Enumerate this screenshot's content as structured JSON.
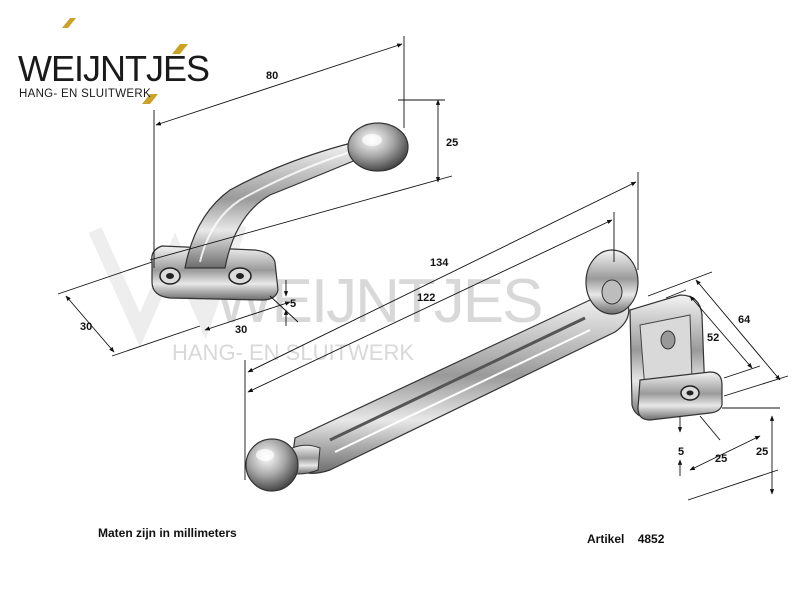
{
  "logo": {
    "name": "WEIJNTJES",
    "tagline": "HANG- EN SLUITWERK",
    "accent_color": "#c9a227"
  },
  "watermark": {
    "name": "WEIJNTJES",
    "tagline": "HANG- EN SLUITWERK"
  },
  "dimensions": {
    "d80": "80",
    "d25_top": "25",
    "d5_left": "5",
    "d30_left": "30",
    "d30_bottom": "30",
    "d134": "134",
    "d122": "122",
    "d64": "64",
    "d52": "52",
    "d5_right": "5",
    "d25_bottom": "25",
    "d25_right": "25"
  },
  "notes": {
    "units": "Maten zijn in millimeters",
    "article_label": "Artikel",
    "article_number": "4852"
  }
}
